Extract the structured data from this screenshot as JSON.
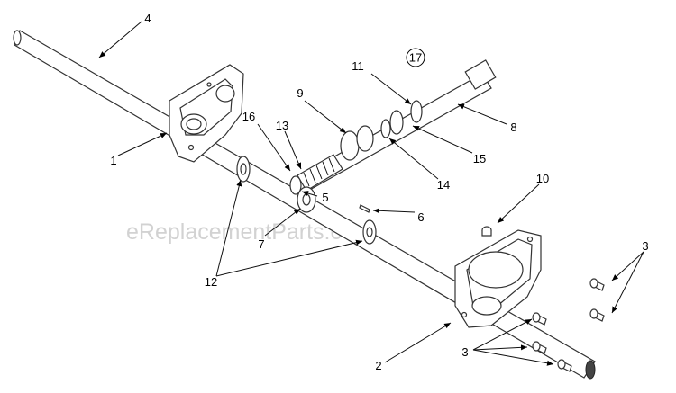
{
  "watermark": "eReplacementParts.com",
  "callout_circle": "17",
  "labels": [
    "1",
    "2",
    "3",
    "3",
    "4",
    "5",
    "6",
    "7",
    "8",
    "9",
    "10",
    "11",
    "12",
    "13",
    "14",
    "15",
    "16"
  ]
}
